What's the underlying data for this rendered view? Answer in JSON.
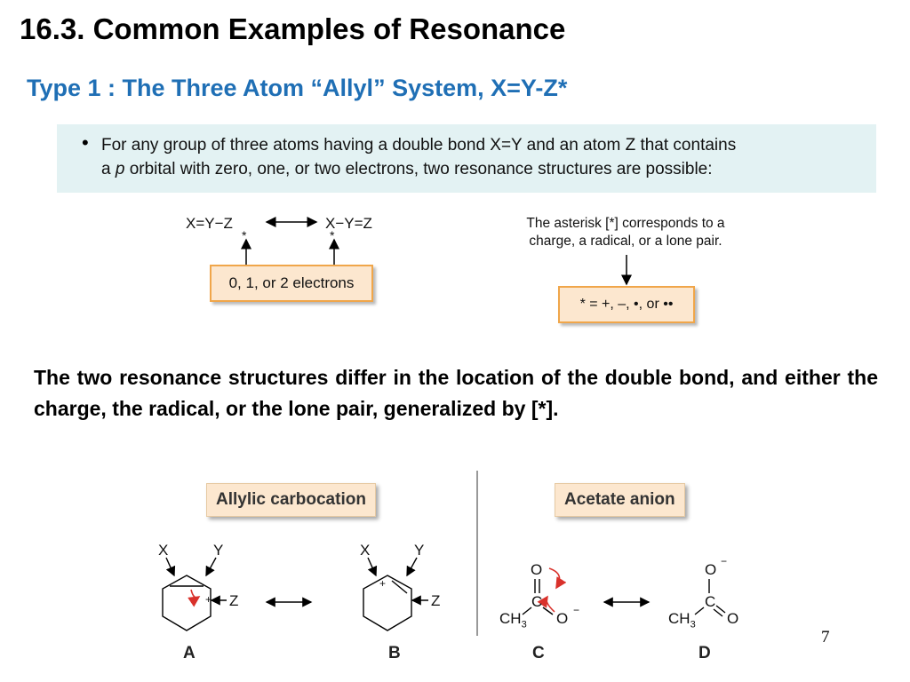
{
  "slide": {
    "title": "16.3. Common Examples of Resonance",
    "subtitle": "Type 1 : The Three Atom “Allyl” System, X=Y-Z*",
    "page_number": "7"
  },
  "callout": {
    "bullet": "•",
    "line1": "For any group of three atoms having a double bond X=Y and an atom Z that contains",
    "line2_pre": "a ",
    "line2_italic": "p",
    "line2_post": " orbital with zero, one, or two electrons, two resonance structures are possible:"
  },
  "scheme": {
    "left_structure": "X=Y−Z",
    "right_structure": "X−Y=Z",
    "asterisk": "*",
    "electrons_box": "0, 1, or 2 electrons",
    "note_line1": "The asterisk [*] corresponds to a",
    "note_line2": "charge, a radical, or a lone pair.",
    "asterisk_box": "*  =  +, –, •, or ••"
  },
  "paragraph": "The two resonance structures differ in the location of the double bond, and either the charge, the radical, or the lone pair, generalized by [*].",
  "examples": {
    "allylic_label": "Allylic carbocation",
    "acetate_label": "Acetate anion",
    "labels": [
      "A",
      "B",
      "C",
      "D"
    ],
    "atoms": {
      "x": "X",
      "y": "Y",
      "z": "Z",
      "plus": "+",
      "minus": "−",
      "oxygen": "O",
      "carbon": "C",
      "ch3": "CH",
      "sub3": "3"
    }
  }
}
